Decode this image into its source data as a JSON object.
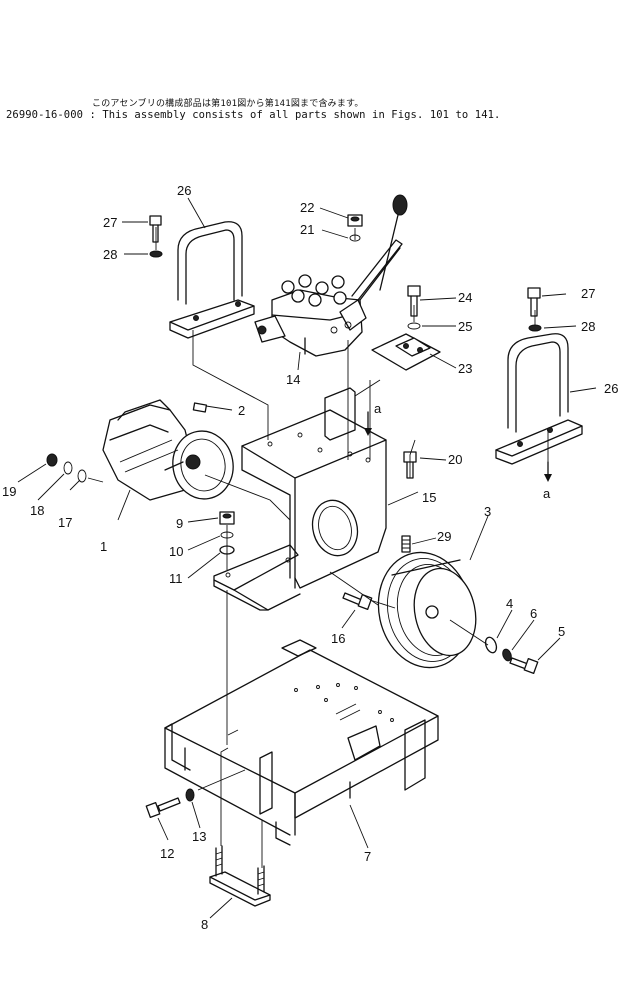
{
  "header": {
    "note_jp": "このアセンブリの構成部品は第101図から第141図まで含みます。",
    "note_en": "26990-16-000 : This assembly consists of all parts shown in Figs. 101 to 141."
  },
  "callouts": {
    "c1": "1",
    "c2": "2",
    "c3": "3",
    "c4": "4",
    "c5": "5",
    "c6": "6",
    "c7": "7",
    "c8": "8",
    "c9": "9",
    "c10": "10",
    "c11": "11",
    "c12": "12",
    "c13": "13",
    "c14": "14",
    "c15": "15",
    "c16": "16",
    "c17": "17",
    "c18": "18",
    "c19": "19",
    "c20": "20",
    "c21": "21",
    "c22": "22",
    "c23": "23",
    "c24": "24",
    "c25": "25",
    "c26a": "26",
    "c26b": "26",
    "c27a": "27",
    "c27b": "27",
    "c28a": "28",
    "c28b": "28",
    "c29": "29"
  },
  "refs": {
    "a_top": "a",
    "a_bottom": "a"
  }
}
